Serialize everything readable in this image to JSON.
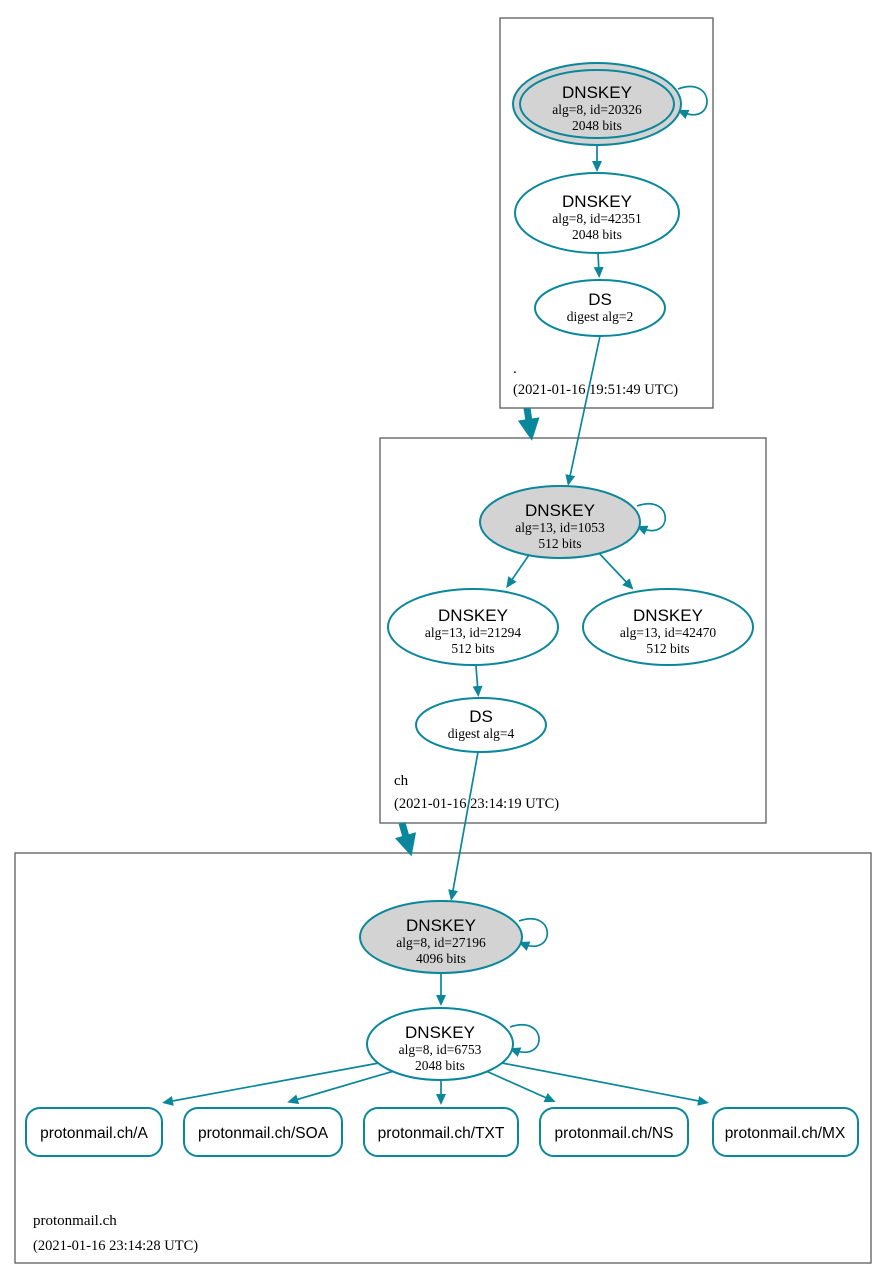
{
  "diagram_type": "dnssec-authentication-chain",
  "colors": {
    "edge": "#0a879a",
    "ksk_fill": "#d3d3d3",
    "node_fill": "#ffffff",
    "box_border": "#5c5c5c",
    "text": "#000000",
    "background": "#ffffff"
  },
  "zones": {
    "root": {
      "label": ".",
      "timestamp": "(2021-01-16 19:51:49 UTC)",
      "ksk": {
        "title": "DNSKEY",
        "detail": "alg=8, id=20326",
        "bits": "2048 bits"
      },
      "zsk": {
        "title": "DNSKEY",
        "detail": "alg=8, id=42351",
        "bits": "2048 bits"
      },
      "ds": {
        "title": "DS",
        "detail": "digest alg=2"
      }
    },
    "ch": {
      "label": "ch",
      "timestamp": "(2021-01-16 23:14:19 UTC)",
      "ksk": {
        "title": "DNSKEY",
        "detail": "alg=13, id=1053",
        "bits": "512 bits"
      },
      "zsk1": {
        "title": "DNSKEY",
        "detail": "alg=13, id=21294",
        "bits": "512 bits"
      },
      "zsk2": {
        "title": "DNSKEY",
        "detail": "alg=13, id=42470",
        "bits": "512 bits"
      },
      "ds": {
        "title": "DS",
        "detail": "digest alg=4"
      }
    },
    "protonmail": {
      "label": "protonmail.ch",
      "timestamp": "(2021-01-16 23:14:28 UTC)",
      "ksk": {
        "title": "DNSKEY",
        "detail": "alg=8, id=27196",
        "bits": "4096 bits"
      },
      "zsk": {
        "title": "DNSKEY",
        "detail": "alg=8, id=6753",
        "bits": "2048 bits"
      },
      "rrsets": [
        "protonmail.ch/A",
        "protonmail.ch/SOA",
        "protonmail.ch/TXT",
        "protonmail.ch/NS",
        "protonmail.ch/MX"
      ]
    }
  }
}
